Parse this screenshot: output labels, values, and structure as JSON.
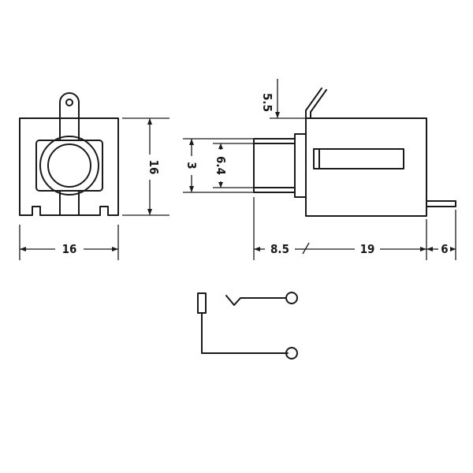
{
  "dimensions": {
    "front_width": "16",
    "front_height": "16",
    "inner_dia": "3",
    "outer_dia": "6.4",
    "pin_height": "5.5",
    "bush_length": "8.5",
    "body_length": "19",
    "pin_length": "6"
  },
  "colors": {
    "line": "#1a1a1a",
    "background": "#ffffff"
  }
}
